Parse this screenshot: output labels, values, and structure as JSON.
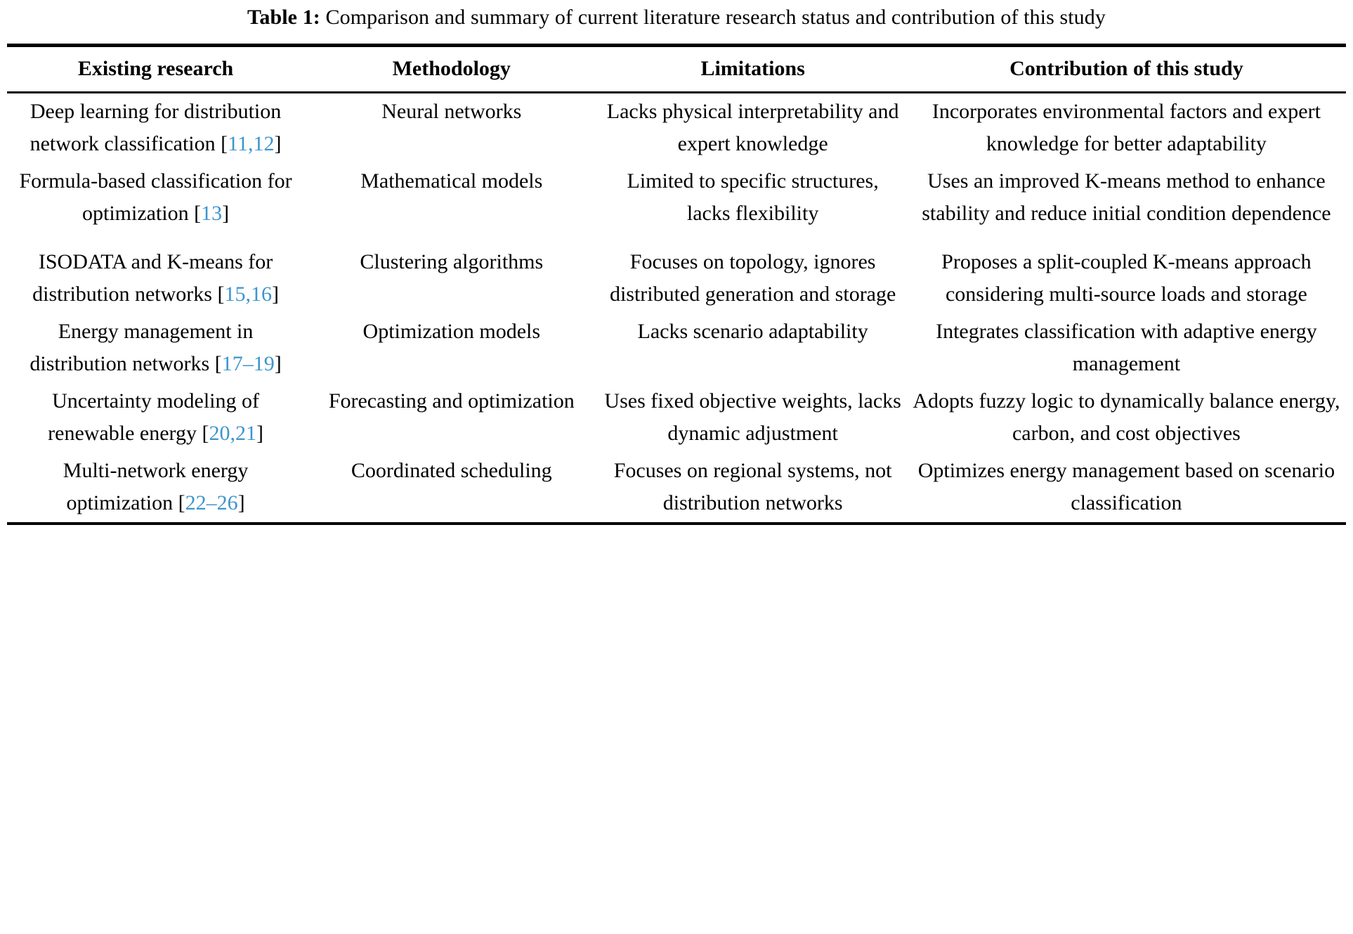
{
  "caption": {
    "label": "Table 1:",
    "text": "Comparison and summary of current literature research status and contribution of this study"
  },
  "colors": {
    "citation_link": "#3d95cd",
    "rule": "#000000",
    "text": "#000000"
  },
  "table": {
    "headers": [
      "Existing research",
      "Methodology",
      "Limitations",
      "Contribution of this study"
    ],
    "rows": [
      {
        "existing_research_text": "Deep learning for distribution network classification",
        "existing_research_citation": "11,12",
        "methodology": "Neural networks",
        "limitations": "Lacks physical interpretability and expert knowledge",
        "contribution": "Incorporates environmental factors and expert knowledge for better adaptability"
      },
      {
        "existing_research_text": "Formula-based classification for optimization",
        "existing_research_citation": "13",
        "methodology": "Mathematical models",
        "limitations": "Limited to specific structures, lacks flexibility",
        "contribution": "Uses an improved K-means method to enhance stability and reduce initial condition dependence"
      },
      {
        "existing_research_text": "ISODATA and K-means for distribution networks",
        "existing_research_citation": "15,16",
        "methodology": "Clustering algorithms",
        "limitations": "Focuses on topology, ignores distributed generation and storage",
        "contribution": "Proposes a split-coupled K-means approach considering multi-source loads and storage"
      },
      {
        "existing_research_text": "Energy management in distribution networks",
        "existing_research_citation": "17–19",
        "methodology": "Optimization models",
        "limitations": "Lacks scenario adaptability",
        "contribution": "Integrates classification with adaptive energy management"
      },
      {
        "existing_research_text": "Uncertainty modeling of renewable energy",
        "existing_research_citation": "20,21",
        "methodology": "Forecasting and optimization",
        "limitations": "Uses fixed objective weights, lacks dynamic adjustment",
        "contribution": "Adopts fuzzy logic to dynamically balance energy, carbon, and cost objectives"
      },
      {
        "existing_research_text": "Multi-network energy optimization",
        "existing_research_citation": "22–26",
        "methodology": "Coordinated scheduling",
        "limitations": "Focuses on regional systems, not distribution networks",
        "contribution": "Optimizes energy management based on scenario classification"
      }
    ]
  }
}
